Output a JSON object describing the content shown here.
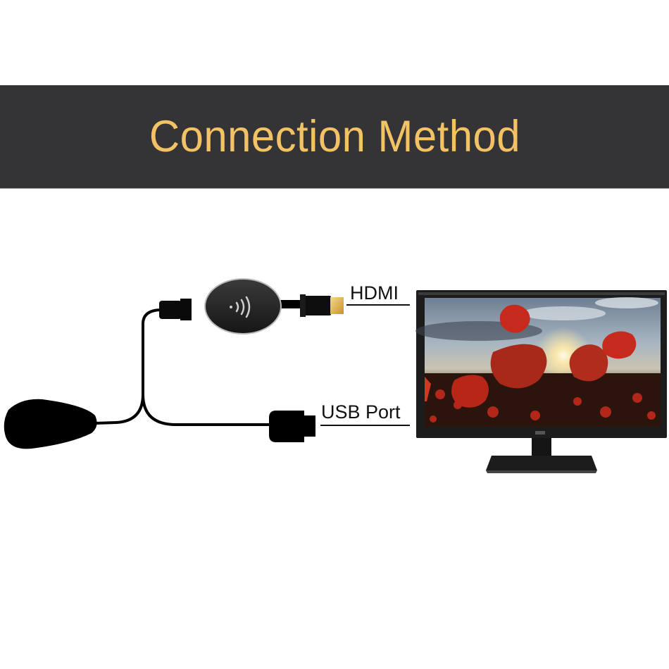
{
  "banner": {
    "title": "Connection Method",
    "background": "#343436",
    "title_color": "#f3c265"
  },
  "labels": {
    "hdmi": "HDMI",
    "usb": "USB Port"
  },
  "components": {
    "dongle": {
      "name": "wireless display dongle",
      "icon": "wifi-signal-icon"
    },
    "hdmi_connector": {
      "name": "HDMI connector",
      "tip_color": "#e8b85a"
    },
    "usb_connector": {
      "name": "USB connector"
    },
    "antenna": {
      "name": "wifi antenna"
    },
    "monitor": {
      "name": "monitor with poppy field wallpaper"
    }
  }
}
